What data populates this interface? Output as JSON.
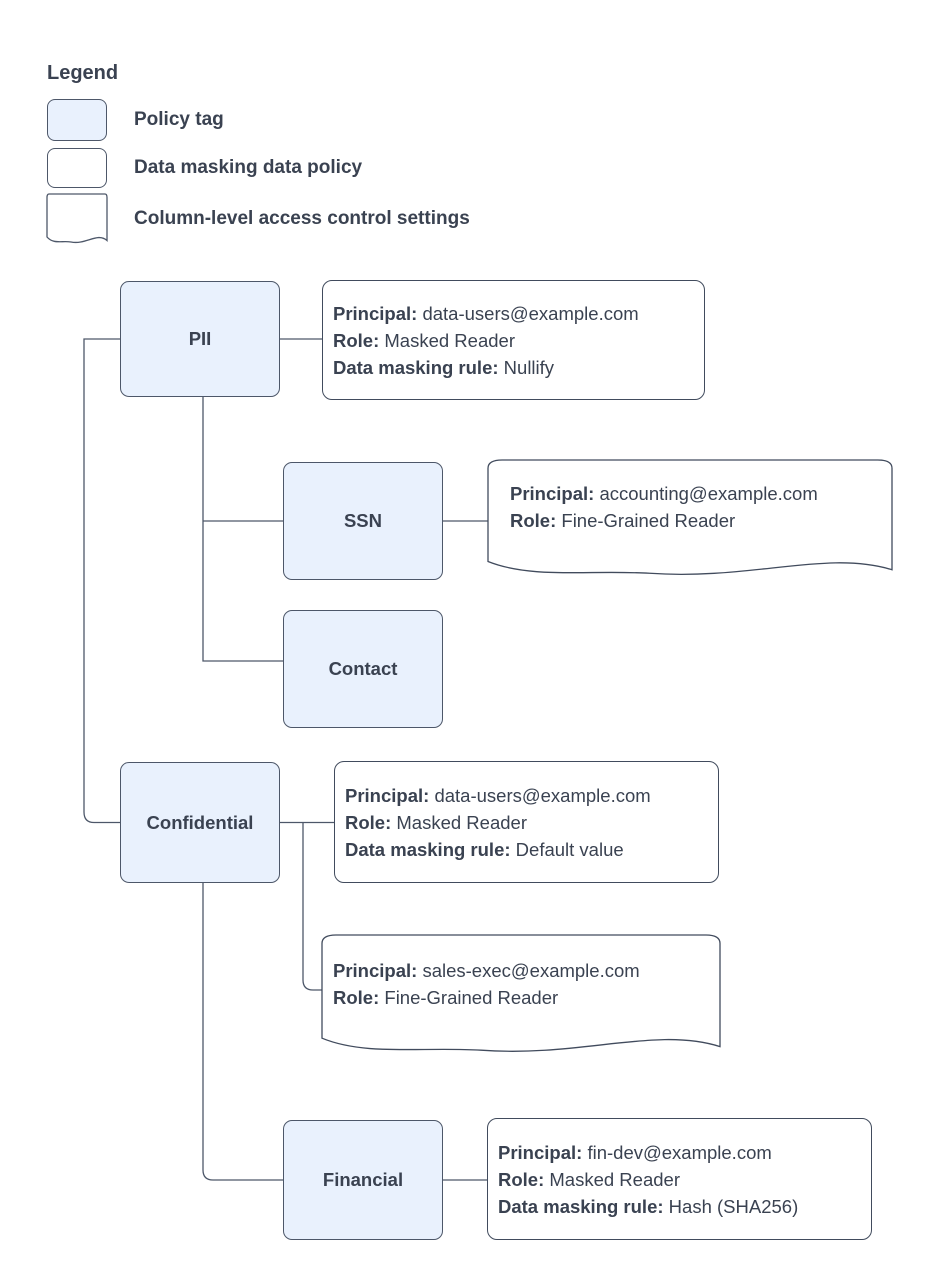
{
  "legend": {
    "title": "Legend",
    "items": [
      {
        "id": "policy-tag",
        "label": "Policy tag"
      },
      {
        "id": "data-policy",
        "label": "Data masking data policy"
      },
      {
        "id": "access-settings",
        "label": "Column-level access control settings"
      }
    ]
  },
  "nodes": {
    "pii": {
      "label": "PII"
    },
    "ssn": {
      "label": "SSN"
    },
    "contact": {
      "label": "Contact"
    },
    "confidential": {
      "label": "Confidential"
    },
    "financial": {
      "label": "Financial"
    }
  },
  "policies": {
    "pii": {
      "fields": [
        {
          "label": "Principal:",
          "value": "data-users@example.com"
        },
        {
          "label": "Role:",
          "value": "Masked Reader"
        },
        {
          "label": "Data masking rule:",
          "value": "Nullify"
        }
      ]
    },
    "confidential": {
      "fields": [
        {
          "label": "Principal:",
          "value": "data-users@example.com"
        },
        {
          "label": "Role:",
          "value": "Masked Reader"
        },
        {
          "label": "Data masking rule:",
          "value": "Default value"
        }
      ]
    },
    "financial": {
      "fields": [
        {
          "label": "Principal:",
          "value": "fin-dev@example.com"
        },
        {
          "label": "Role:",
          "value": "Masked Reader"
        },
        {
          "label": "Data masking rule:",
          "value": "Hash (SHA256)"
        }
      ]
    }
  },
  "access_settings": {
    "ssn": {
      "fields": [
        {
          "label": "Principal:",
          "value": "accounting@example.com"
        },
        {
          "label": "Role:",
          "value": "Fine-Grained Reader"
        }
      ]
    },
    "confidential": {
      "fields": [
        {
          "label": "Principal:",
          "value": "sales-exec@example.com"
        },
        {
          "label": "Role:",
          "value": "Fine-Grained Reader"
        }
      ]
    }
  },
  "colors": {
    "policy_tag_fill": "#e9f1fd",
    "outline": "#4d5769",
    "text": "#3a4251",
    "background": "#ffffff"
  }
}
